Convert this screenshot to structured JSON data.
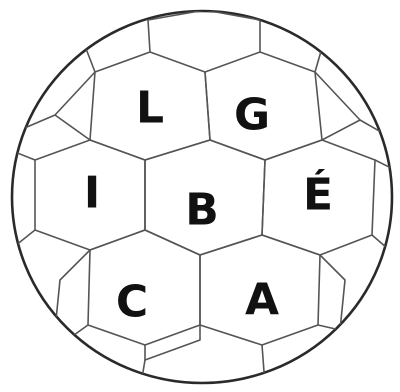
{
  "puzzle": {
    "cells": [
      {
        "id": "top-left",
        "letter": "L"
      },
      {
        "id": "top-right",
        "letter": "G"
      },
      {
        "id": "middle-left",
        "letter": "I"
      },
      {
        "id": "center",
        "letter": "B"
      },
      {
        "id": "middle-right",
        "letter": "É"
      },
      {
        "id": "bottom-left",
        "letter": "C"
      },
      {
        "id": "bottom-right",
        "letter": "A"
      }
    ]
  }
}
